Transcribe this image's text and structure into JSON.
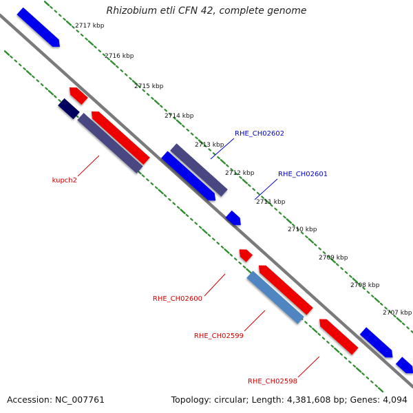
{
  "title": "Rhizobium etli CFN 42, complete genome",
  "footer": {
    "accession": "Accession: NC_007761",
    "summary": "Topology: circular; Length: 4,381,608 bp; Genes: 4,094"
  },
  "colors": {
    "backbone": "#7a7a7a",
    "tick_dots": "#2e8b2e",
    "forward_gene": "#0000ee",
    "reverse_gene": "#ee0000",
    "label_blue": "#0000cc",
    "label_red": "#cc0000"
  },
  "ticks": [
    "2717 kbp",
    "2716 kbp",
    "2715 kbp",
    "2714 kbp",
    "2713 kbp",
    "2712 kbp",
    "2711 kbp",
    "2710 kbp",
    "2709 kbp",
    "2708 kbp",
    "2707 kbp"
  ],
  "gene_labels": [
    {
      "name": "RHE_CH02602",
      "strand": "forward"
    },
    {
      "name": "RHE_CH02601",
      "strand": "forward"
    },
    {
      "name": "kupch2",
      "strand": "reverse"
    },
    {
      "name": "RHE_CH02600",
      "strand": "reverse"
    },
    {
      "name": "RHE_CH02599",
      "strand": "reverse"
    },
    {
      "name": "RHE_CH02598",
      "strand": "reverse"
    }
  ]
}
